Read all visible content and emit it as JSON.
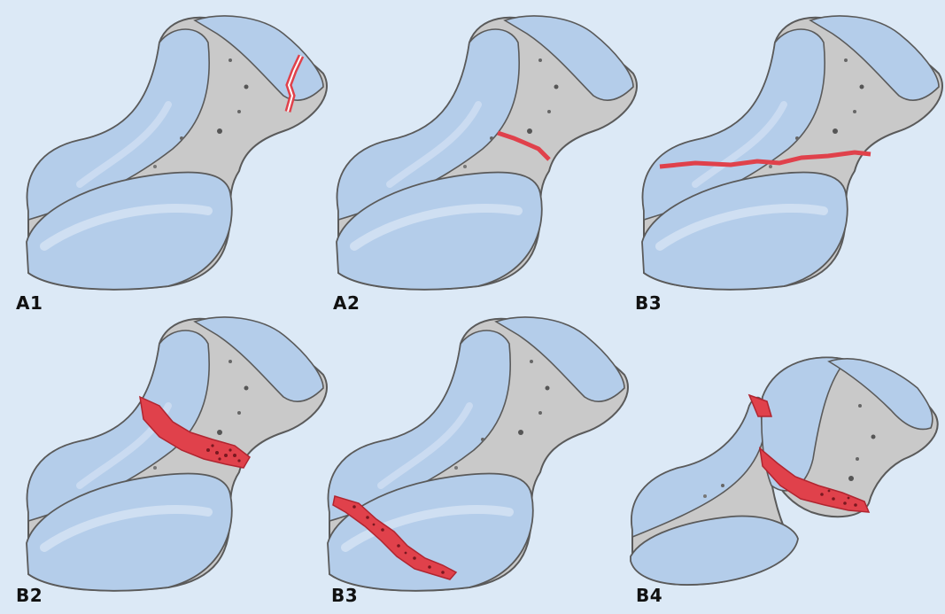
{
  "panels": [
    {
      "label": "A1",
      "fracture": "A1"
    },
    {
      "label": "A2",
      "fracture": "A2"
    },
    {
      "label": "B3",
      "fracture": "B3-line"
    },
    {
      "label": "B2",
      "fracture": "B2"
    },
    {
      "label": "B3",
      "fracture": "B3-band"
    },
    {
      "label": "B4",
      "fracture": "B4"
    }
  ],
  "colors": {
    "background": "#dce9f6",
    "bone_gray": "#c8c8c8",
    "cartilage_blue": "#b4cdea",
    "cartilage_highlight": "#cfdff2",
    "outline": "#5a5a5a",
    "fracture_red": "#e0414b",
    "fracture_dark": "#7a1820"
  }
}
